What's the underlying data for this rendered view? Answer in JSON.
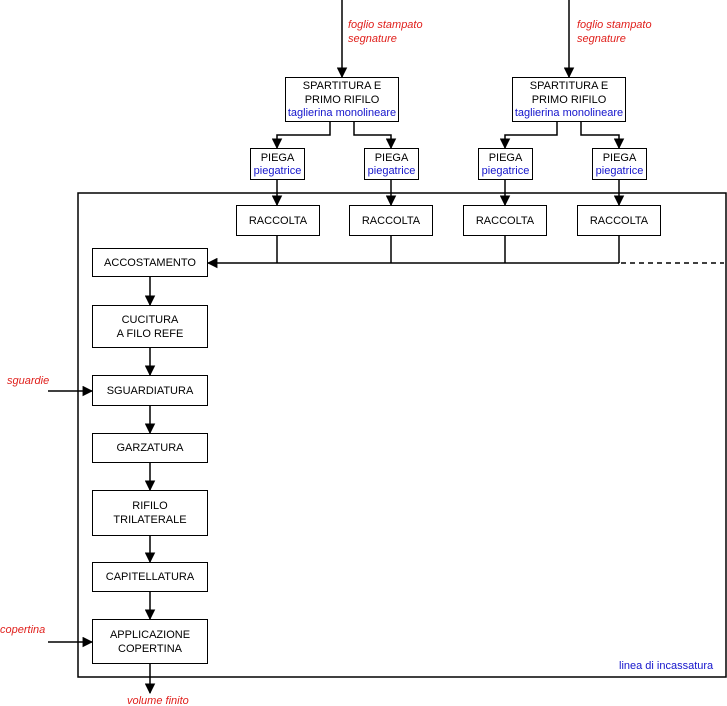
{
  "colors": {
    "input_label": "#e0201c",
    "machine_label": "#1414cc",
    "line": "#000000"
  },
  "inputs": {
    "sheet_left": "foglio stampato\nsegnature",
    "sheet_right": "foglio stampato\nsegnature",
    "endpapers": "sguardie",
    "cover": "copertina",
    "output": "volume finito"
  },
  "splitting": {
    "label": "SPARTITURA E\nPRIMO RIFILO",
    "machine": "taglierina monolineare"
  },
  "fold": {
    "label": "PIEGA",
    "machine": "piegatrice"
  },
  "gather": {
    "label": "RACCOLTA"
  },
  "line_label": "linea di incassatura",
  "steps": {
    "collating": "ACCOSTAMENTO",
    "sewing": "CUCITURA\nA FILO REFE",
    "endpapering": "SGUARDIATURA",
    "gauzing": "GARZATURA",
    "trimming": "RIFILO\nTRILATERALE",
    "headbanding": "CAPITELLATURA",
    "casing": "APPLICAZIONE\nCOPERTINA"
  }
}
